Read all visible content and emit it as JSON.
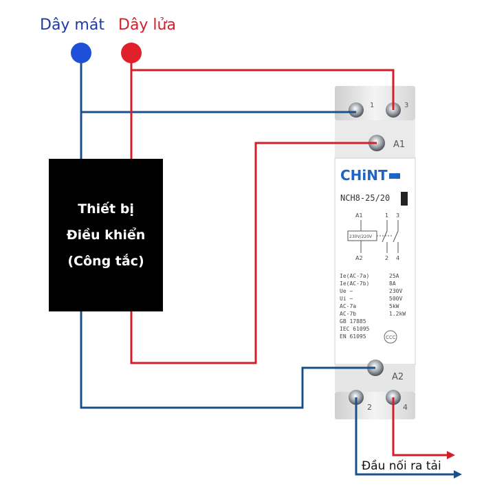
{
  "labels": {
    "neutral": "Dây mát",
    "live": "Dây lửa",
    "load_output": "Đầu nối ra tải"
  },
  "controller": {
    "line1": "Thiết bị",
    "line2": "Điều khiển",
    "line3": "(Công tắc)"
  },
  "contactor": {
    "brand": "CHiNT",
    "model": "NCH8-25/20",
    "terminal_1": "1",
    "terminal_3": "3",
    "terminal_a1": "A1",
    "terminal_a2": "A2",
    "terminal_2": "2",
    "terminal_4": "4",
    "diagram_a1": "A1",
    "diagram_a2": "A2",
    "diagram_1": "1",
    "diagram_3": "3",
    "diagram_2": "2",
    "diagram_4": "4",
    "coil_text": "230V/220V",
    "specs": [
      {
        "k": "Ie(AC-7a)",
        "v": "25A"
      },
      {
        "k": "Ie(AC-7b)",
        "v": "8A"
      },
      {
        "k": "Ue ~",
        "v": "230V"
      },
      {
        "k": "Ui ~",
        "v": "500V"
      },
      {
        "k": "AC-7a",
        "v": "5kW"
      },
      {
        "k": "AC-7b",
        "v": "1.2kW"
      },
      {
        "k": "GB 17885",
        "v": ""
      },
      {
        "k": "IEC 61095",
        "v": ""
      },
      {
        "k": "EN 61095",
        "v": ""
      }
    ],
    "ccc": "CCC"
  },
  "colors": {
    "neutral": "#1b4f8a",
    "live": "#d21f2a",
    "box": "#000000"
  }
}
